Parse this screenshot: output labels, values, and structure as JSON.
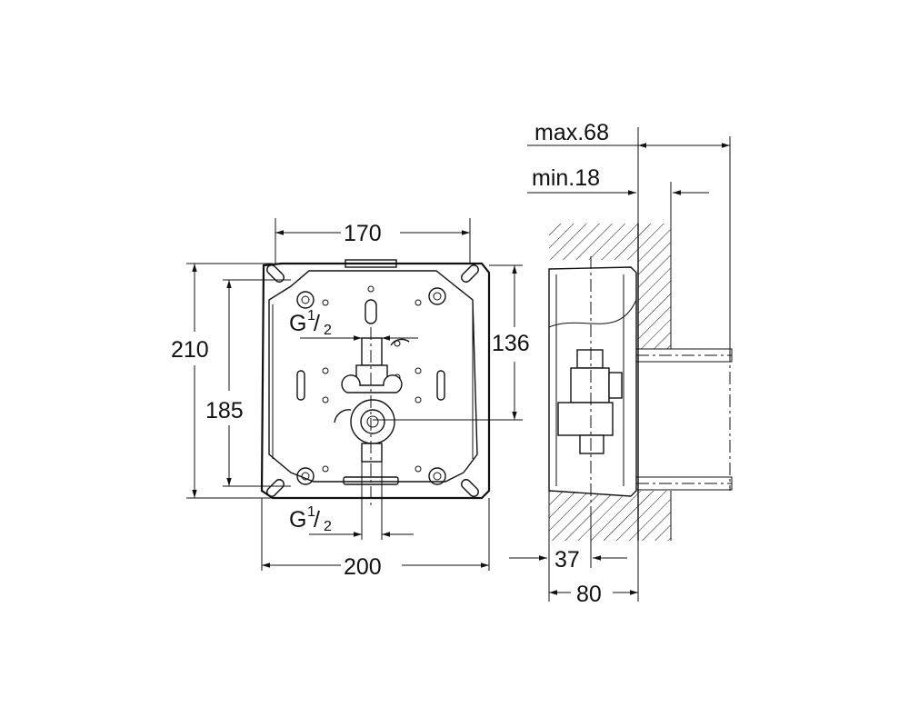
{
  "dimensions": {
    "top_width": "170",
    "bottom_width": "200",
    "left_outer": "210",
    "left_inner": "185",
    "right_height": "136",
    "thread_prefix": "G",
    "thread_num": "1",
    "thread_den": "2",
    "max_depth": "max.68",
    "min_depth": "min.18",
    "side_37": "37",
    "side_80": "80"
  }
}
